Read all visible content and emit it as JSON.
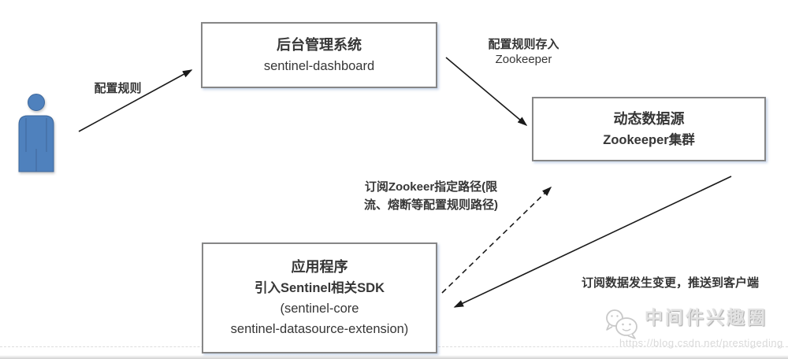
{
  "nodes": {
    "dashboard": {
      "title": "后台管理系统",
      "subtitle": "sentinel-dashboard"
    },
    "zookeeper": {
      "title": "动态数据源",
      "subtitle": "Zookeeper集群"
    },
    "app": {
      "title": "应用程序",
      "subtitle": "引入Sentinel相关SDK",
      "detail1": "(sentinel-core",
      "detail2": "sentinel-datasource-extension)"
    }
  },
  "edges": {
    "configure": {
      "label": "配置规则"
    },
    "store": {
      "label1": "配置规则存入",
      "label2": "Zookeeper"
    },
    "subscribe": {
      "label1": "订阅Zookeer指定路径(限",
      "label2": "流、熔断等配置规则路径)"
    },
    "push": {
      "label": "订阅数据发生变更，推送到客户端"
    }
  },
  "icons": {
    "actor": "person-icon",
    "watermark": "wechat-icon"
  },
  "watermark": {
    "brand": "中间件兴趣圈",
    "url": "https://blog.csdn.net/prestigeding"
  },
  "colors": {
    "actor_fill": "#4f81bd",
    "actor_stroke": "#3e689c",
    "box_border": "#868686",
    "arrow": "#1a1a1a",
    "text": "#363636",
    "watermark_gray": "#d6d6d6"
  }
}
